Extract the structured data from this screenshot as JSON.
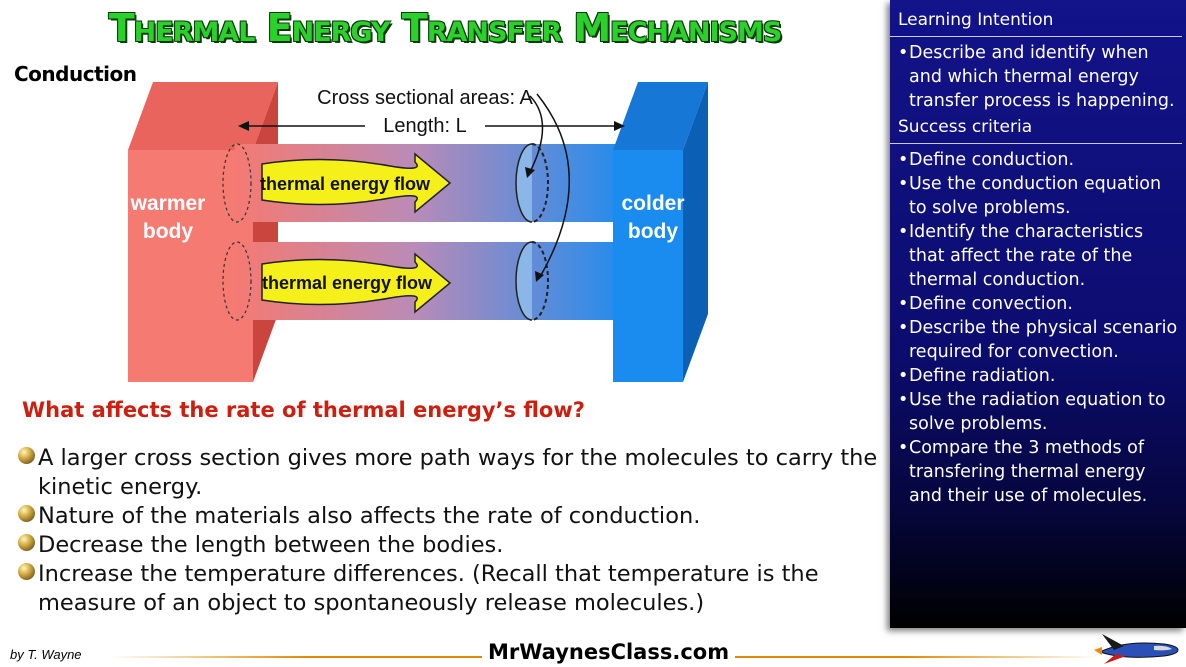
{
  "title": "Thermal Energy Transfer Mechanisms",
  "section": "Conduction",
  "diagram": {
    "cross_section_label": "Cross sectional areas: A",
    "length_label": "Length: L",
    "flow_label_top": "thermal energy flow",
    "flow_label_bottom": "thermal energy flow",
    "warm_label_1": "warmer",
    "warm_label_2": "body",
    "cold_label_1": "colder",
    "cold_label_2": "body",
    "colors": {
      "warm": "#f47a72",
      "warm_dark": "#d3453f",
      "cold": "#1a8cf0",
      "cold_dark": "#0b5fb5",
      "arrow": "#f5f01a"
    }
  },
  "question": "What affects the rate of thermal energy’s flow?",
  "bullets": [
    "A larger cross section gives more path ways for the molecules to carry the kinetic energy.",
    "Nature of the materials also affects the rate of conduction.",
    "Decrease the length between the bodies.",
    "Increase the temperature differences. (Recall that temperature is the measure of an object to spontaneously release molecules.)"
  ],
  "panel": {
    "learning_heading": "Learning Intention",
    "learning_items": [
      "Describe and identify when and which thermal energy transfer process is happening."
    ],
    "success_heading": "Success criteria",
    "success_items": [
      "Define conduction.",
      "Use the conduction equation to solve problems.",
      "Identify the characteristics that affect the rate of the thermal conduction.",
      "Define convection.",
      "Describe the physical scenario required for convection.",
      "Define radiation.",
      "Use the radiation equation to solve problems.",
      "Compare the 3 methods of transfering thermal energy and their use of molecules."
    ],
    "bullet_char": "•"
  },
  "footer": {
    "author": "by T. Wayne",
    "site": "MrWaynesClass.com"
  }
}
